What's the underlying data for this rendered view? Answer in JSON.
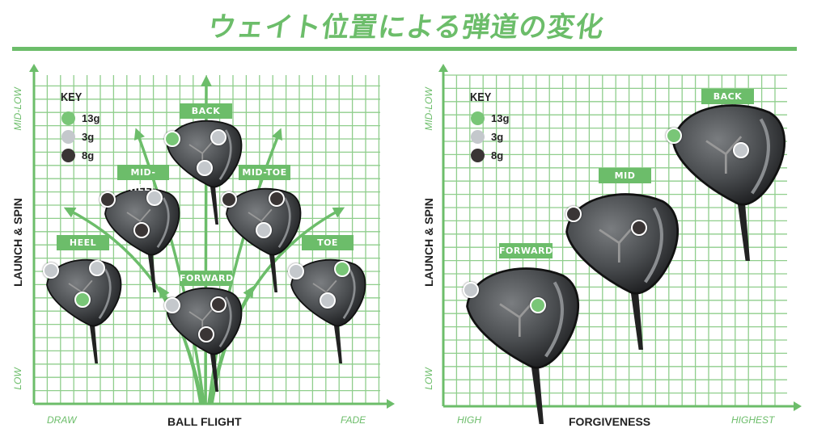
{
  "title": "ウェイト位置による弾道の変化",
  "colors": {
    "accent": "#6cbd6a",
    "grid": "#8fce8c",
    "w13": "#79c677",
    "w3": "#c4c8cc",
    "w8": "#3a3535"
  },
  "key": {
    "title": "KEY",
    "items": [
      {
        "id": "13g",
        "label": "13g"
      },
      {
        "id": "3g",
        "label": "3g"
      },
      {
        "id": "8g",
        "label": "8g"
      }
    ]
  },
  "left_panel": {
    "y_axis": {
      "title": "LAUNCH & SPIN",
      "top": "MID-LOW",
      "bottom": "LOW"
    },
    "x_axis": {
      "title": "BALL FLIGHT",
      "left": "DRAW",
      "right": "FADE"
    },
    "positions": [
      {
        "label": "BACK",
        "weights": [
          "13g",
          "3g",
          "3g"
        ]
      },
      {
        "label": "MID-HEEL",
        "weights": [
          "8g",
          "3g",
          "8g"
        ]
      },
      {
        "label": "MID-TOE",
        "weights": [
          "8g",
          "8g",
          "3g"
        ]
      },
      {
        "label": "HEEL",
        "weights": [
          "3g",
          "3g",
          "13g"
        ]
      },
      {
        "label": "TOE",
        "weights": [
          "3g",
          "13g",
          "3g"
        ]
      },
      {
        "label": "FORWARD",
        "weights": [
          "3g",
          "8g",
          "8g"
        ]
      }
    ]
  },
  "right_panel": {
    "y_axis": {
      "title": "LAUNCH & SPIN",
      "top": "MID-LOW",
      "bottom": "LOW"
    },
    "x_axis": {
      "title": "FORGIVENESS",
      "left": "HIGH",
      "right": "HIGHEST"
    },
    "positions": [
      {
        "label": "BACK",
        "weights": [
          "13g",
          "3g"
        ]
      },
      {
        "label": "MID",
        "weights": [
          "8g",
          "8g"
        ]
      },
      {
        "label": "FORWARD",
        "weights": [
          "3g",
          "13g"
        ]
      }
    ]
  }
}
